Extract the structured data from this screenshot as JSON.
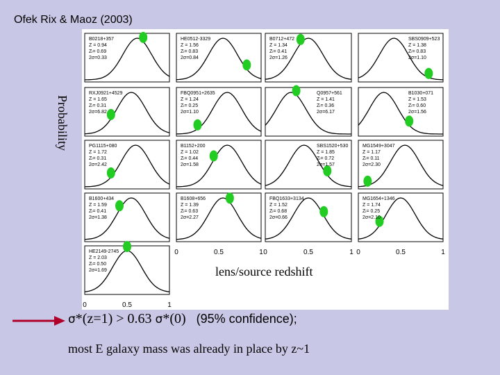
{
  "slide": {
    "citation": "Ofek Rix & Maoz (2003)",
    "y_axis_label": "Probability",
    "x_axis_label": "lens/source redshift",
    "result": {
      "sigma_symbol": "σ",
      "lhs": "*(z=1) > 0.63 ",
      "rhs": "*(0)",
      "confidence": "(95% confidence);"
    },
    "conclusion": "most E galaxy mass was already in place by z~1"
  },
  "chart_data": {
    "type": "line",
    "title": "",
    "xlabel": "lens/source redshift",
    "ylabel": "Probability",
    "xlim": [
      0,
      1
    ],
    "x_ticks": [
      "0",
      "0.5",
      "1"
    ],
    "panels": [
      {
        "name": "B0218+357",
        "z": "Z = 0.94",
        "zl": "Zₗ= 0.69",
        "sigma": "2σ=0.33",
        "peak": 0.62,
        "lens": 0.69
      },
      {
        "name": "HE0512-3329",
        "z": "Z = 1.56",
        "zl": "Zₗ= 0.83",
        "sigma": "2σ=0.84",
        "peak": 0.55,
        "lens": 0.83
      },
      {
        "name": "B0712+472",
        "z": "Z = 1.34",
        "zl": "Zₗ= 0.41",
        "sigma": "2σ=1.26",
        "peak": 0.5,
        "lens": 0.41
      },
      {
        "name": "SBS0909+523",
        "z": "Z = 1.38",
        "zl": "Zₗ= 0.83",
        "sigma": "2σ=1.10",
        "peak": 0.42,
        "lens": 0.83
      },
      {
        "name": "RXJ0921+4529",
        "z": "Z = 1.65",
        "zl": "Zₗ= 0.31",
        "sigma": "2σ=6.82",
        "peak": 0.55,
        "lens": 0.31
      },
      {
        "name": "FBQ0951+2635",
        "z": "Z = 1.24",
        "zl": "Zₗ= 0.25",
        "sigma": "2σ=1.10",
        "peak": 0.6,
        "lens": 0.25
      },
      {
        "name": "Q0957+561",
        "z": "Z = 1.41",
        "zl": "Zₗ= 0.36",
        "sigma": "2σ=6.17",
        "peak": 0.3,
        "lens": 0.36
      },
      {
        "name": "B1030+071",
        "z": "Z = 1.53",
        "zl": "Zₗ= 0.60",
        "sigma": "2σ=1.56",
        "peak": 0.3,
        "lens": 0.6
      },
      {
        "name": "PG1115+080",
        "z": "Z = 1.72",
        "zl": "Zₗ= 0.31",
        "sigma": "2σ=2.42",
        "peak": 0.6,
        "lens": 0.31
      },
      {
        "name": "B1152+200",
        "z": "Z = 1.02",
        "zl": "Zₗ= 0.44",
        "sigma": "2σ=1.58",
        "peak": 0.6,
        "lens": 0.44
      },
      {
        "name": "SBS1520+530",
        "z": "Z = 1.85",
        "zl": "Zₗ= 0.72",
        "sigma": "2σ=1.57",
        "peak": 0.45,
        "lens": 0.72
      },
      {
        "name": "MG1549+3047",
        "z": "Z = 1.17",
        "zl": "Zₗ= 0.11",
        "sigma": "2σ=2.30",
        "peak": 0.55,
        "lens": 0.11
      },
      {
        "name": "B1600+434",
        "z": "Z = 1.59",
        "zl": "Zₗ= 0.41",
        "sigma": "2σ=1.38",
        "peak": 0.55,
        "lens": 0.41
      },
      {
        "name": "B1608+656",
        "z": "Z = 1.39",
        "zl": "Zₗ= 0.63",
        "sigma": "2σ=2.27",
        "peak": 0.55,
        "lens": 0.63
      },
      {
        "name": "FBQ1633+3134",
        "z": "Z = 1.52",
        "zl": "Zₗ= 0.68",
        "sigma": "2σ=0.66",
        "peak": 0.5,
        "lens": 0.68
      },
      {
        "name": "MG1654+1346",
        "z": "Z = 1.74",
        "zl": "Zₗ= 0.25",
        "sigma": "2σ=2.10",
        "peak": 0.5,
        "lens": 0.25
      },
      {
        "name": "HE2149-2745",
        "z": "Z = 2.03",
        "zl": "Zₗ= 0.50",
        "sigma": "2σ=1.69",
        "peak": 0.5,
        "lens": 0.5
      }
    ],
    "colors": {
      "curve": "#000000",
      "lens_marker": "#22cc22"
    }
  }
}
